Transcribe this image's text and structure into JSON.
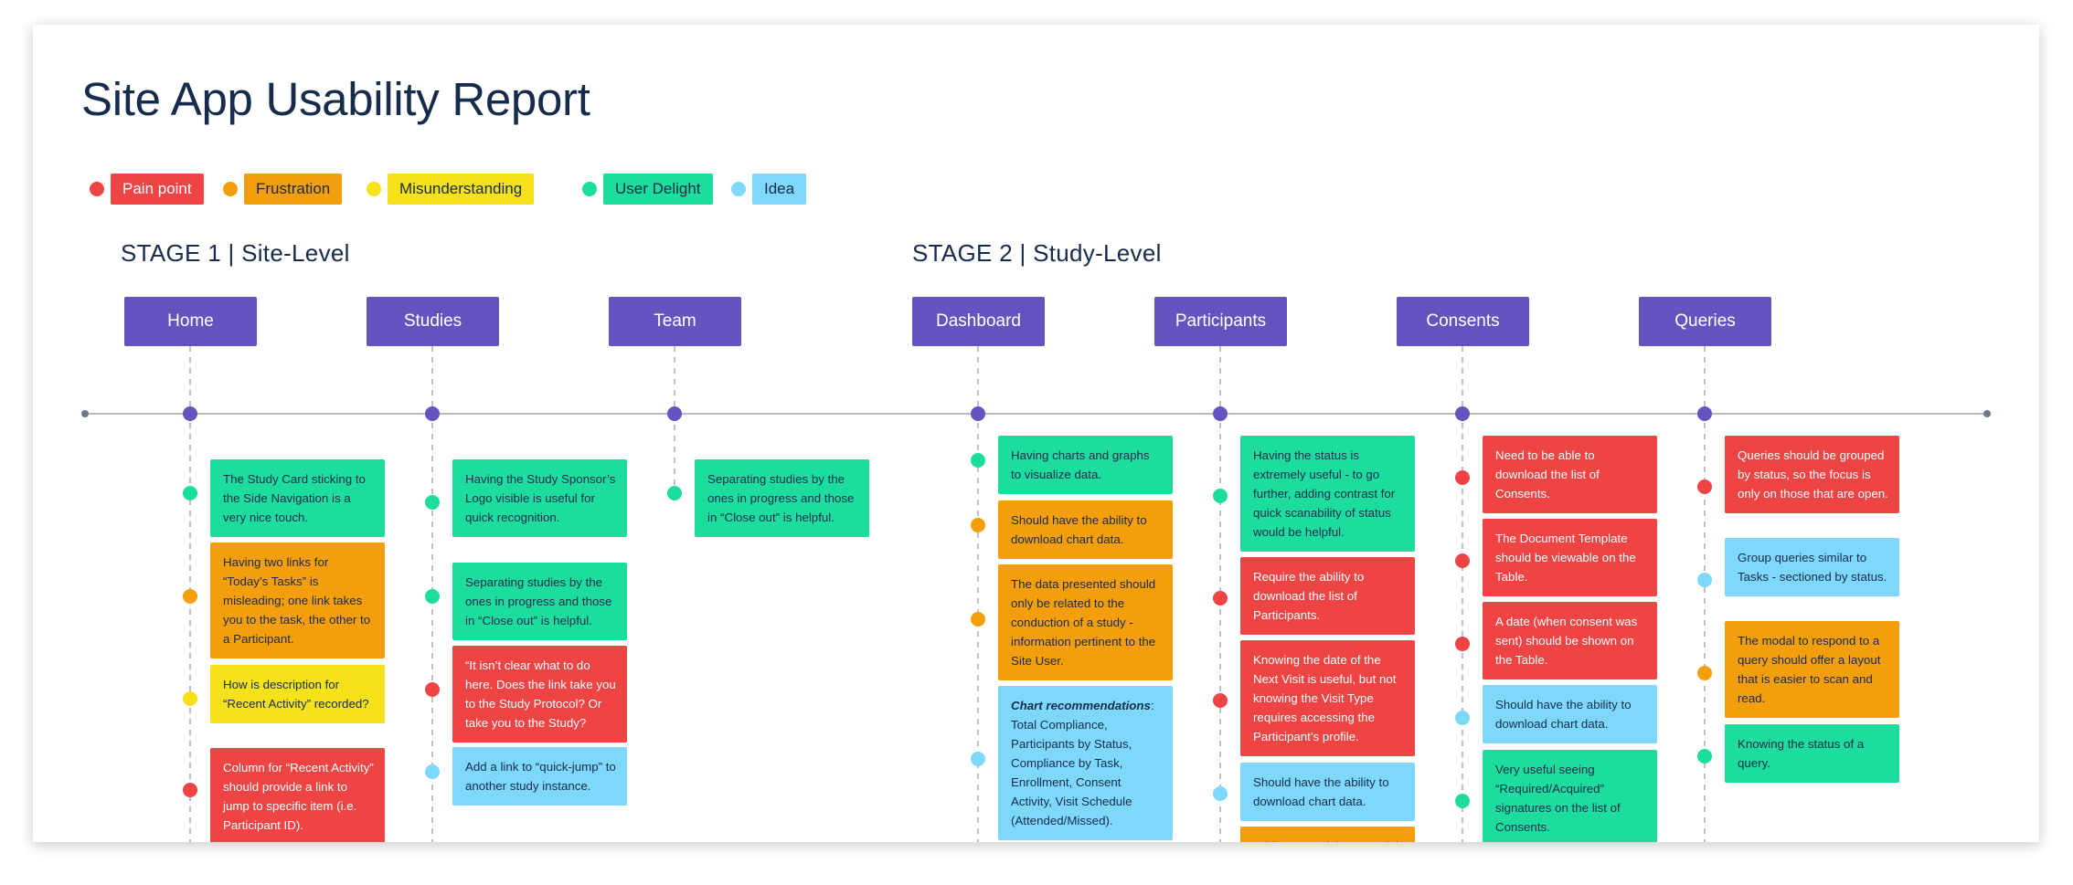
{
  "title": "Site App Usability Report",
  "colors": {
    "pain": "#ef4444",
    "frustration": "#f59e0b",
    "misunderstanding": "#f5e218",
    "delight": "#1ddd9e",
    "idea": "#7dd8fb",
    "section": "#6554c0"
  },
  "legend": [
    {
      "label": "Pain point",
      "type": "pain"
    },
    {
      "label": "Frustration",
      "type": "frus"
    },
    {
      "label": "Misunderstanding",
      "type": "mis"
    },
    {
      "label": "User Delight",
      "type": "del"
    },
    {
      "label": "Idea",
      "type": "idea"
    }
  ],
  "stages": [
    {
      "label": "STAGE 1 | Site-Level"
    },
    {
      "label": "STAGE 2 | Study-Level"
    }
  ],
  "sections": [
    {
      "label": "Home",
      "notes": [
        {
          "type": "del",
          "text": "The Study Card sticking to the Side Navigation is a very nice touch."
        },
        {
          "type": "frus",
          "text": "Having two links for “Today’s Tasks” is misleading; one link takes you to the task, the other to a Participant."
        },
        {
          "type": "mis",
          "text": "How is description for “Recent Activity” recorded?"
        },
        {
          "type": "pain",
          "text": "Column for “Recent Activity” should provide a link to jump to specific item (i.e. Participant ID)."
        }
      ]
    },
    {
      "label": "Studies",
      "notes": [
        {
          "type": "del",
          "text": "Having the Study Sponsor’s Logo visible is useful for quick recognition."
        },
        {
          "type": "del",
          "text": "Separating studies by the ones in progress and those in “Close out” is helpful."
        },
        {
          "type": "pain",
          "text": "“It isn’t clear what to do here. Does the link take you to the Study Protocol? Or take you to the Study?"
        },
        {
          "type": "idea",
          "text": "Add a link to “quick-jump” to another study instance."
        }
      ]
    },
    {
      "label": "Team",
      "notes": [
        {
          "type": "del",
          "text": "Separating studies by the ones in progress and those in “Close out” is helpful."
        }
      ]
    },
    {
      "label": "Dashboard",
      "notes": [
        {
          "type": "del",
          "text": "Having charts and graphs to visualize data."
        },
        {
          "type": "frus",
          "text": "Should have the ability to download chart data."
        },
        {
          "type": "frus",
          "text": "The data presented should only be related to the conduction of a study - information pertinent to the Site User."
        },
        {
          "type": "idea",
          "title": "Chart recommendations",
          "text": ": Total Compliance, Participants by Status, Compliance by Task, Enrollment, Consent Activity, Visit Schedule (Attended/Missed)."
        }
      ]
    },
    {
      "label": "Participants",
      "notes": [
        {
          "type": "del",
          "text": "Having the status is extremely useful - to go further, adding contrast for quick scanability of status would be helpful."
        },
        {
          "type": "pain",
          "text": "Require the ability to download the list of Participants."
        },
        {
          "type": "pain",
          "text": "Knowing the date of the Next Visit is useful, but not knowing the Visit Type requires accessing the Participant’s profile."
        },
        {
          "type": "idea",
          "text": "Should have the ability to download chart data."
        },
        {
          "type": "frus",
          "text": "Adding a Participant Modal"
        }
      ]
    },
    {
      "label": "Consents",
      "notes": [
        {
          "type": "pain",
          "text": "Need to be able to download the list of Consents."
        },
        {
          "type": "pain",
          "text": "The Document Template should be viewable on the Table."
        },
        {
          "type": "pain",
          "text": "A date (when consent was sent) should be shown on the Table."
        },
        {
          "type": "idea",
          "text": "Should have the ability to download chart data."
        },
        {
          "type": "del",
          "text": "Very useful seeing “Required/Acquired” signatures on the list of Consents."
        }
      ]
    },
    {
      "label": "Queries",
      "notes": [
        {
          "type": "pain",
          "text": "Queries should be grouped by status, so the focus is only on those that are open."
        },
        {
          "type": "idea",
          "text": "Group queries similar to Tasks - sectioned by status."
        },
        {
          "type": "frus",
          "text": "The modal to respond to a query should offer a layout that is easier to scan and read."
        },
        {
          "type": "del",
          "text": "Knowing the status of a query."
        }
      ]
    }
  ]
}
